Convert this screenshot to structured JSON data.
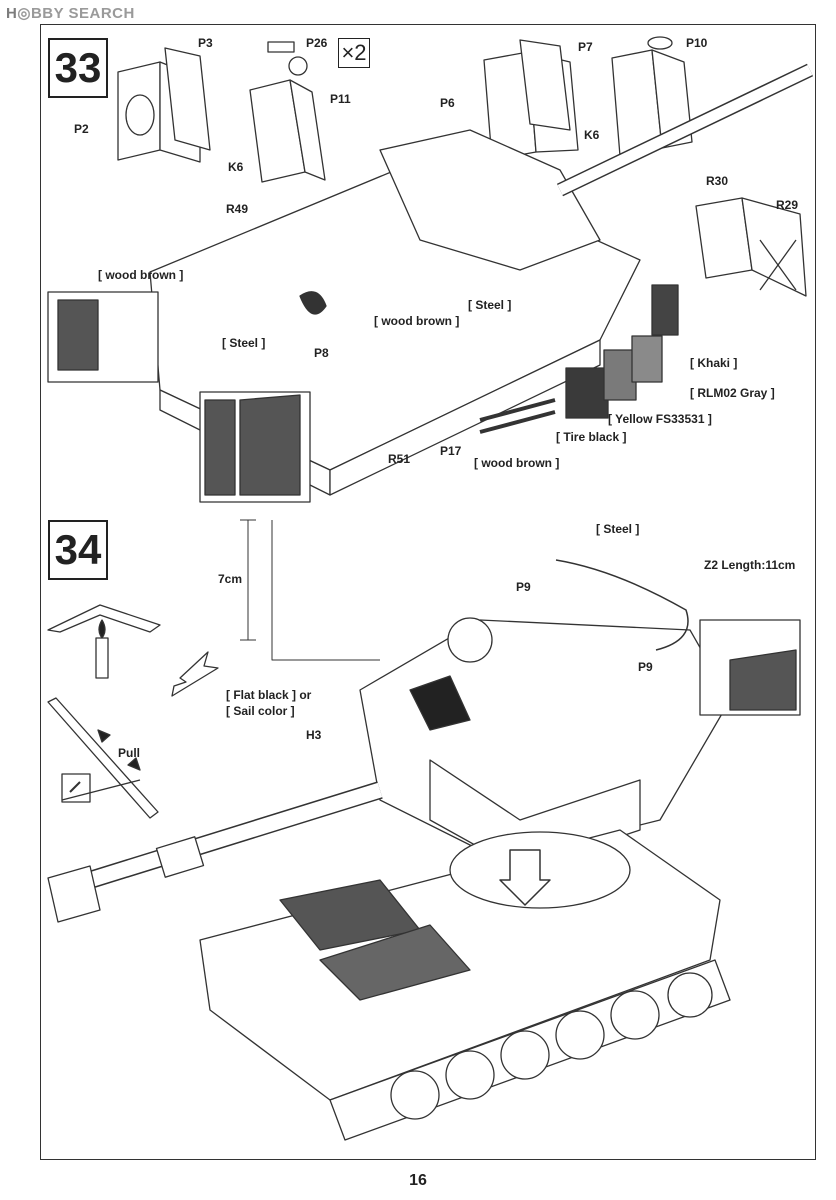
{
  "header": {
    "logo_prefix": "H",
    "logo_text": "BBY SEARCH",
    "logo_icon": "hobby-search-logo"
  },
  "steps": {
    "step33": "33",
    "step34": "34"
  },
  "multiplier": "×2",
  "page_number": "16",
  "step33_labels": {
    "p3": "P3",
    "p26": "P26",
    "p2": "P2",
    "p11": "P11",
    "k6a": "K6",
    "p7": "P7",
    "p10": "P10",
    "p6": "P6",
    "k6b": "K6",
    "r30": "R30",
    "r29": "R29",
    "r49": "R49",
    "wood_brown_1": "[ wood brown ]",
    "steel_1": "[ Steel ]",
    "wood_brown_2": "[ wood brown ]",
    "steel_2": "[ Steel ]",
    "p8": "P8",
    "khaki": "[ Khaki ]",
    "rlm02": "[ RLM02 Gray ]",
    "yellow": "[ Yellow FS33531 ]",
    "tire_black": "[ Tire black ]",
    "r51": "R51",
    "p17": "P17",
    "wood_brown_3": "[ wood brown ]"
  },
  "step34_labels": {
    "steel": "[ Steel ]",
    "z2": "Z2 Length:11cm",
    "p9a": "P9",
    "p9b": "P9",
    "seven_cm": "7cm",
    "flat_black": "[ Flat black ] or",
    "sail_color": "[ Sail color ]",
    "h3": "H3",
    "pull": "Pull"
  }
}
